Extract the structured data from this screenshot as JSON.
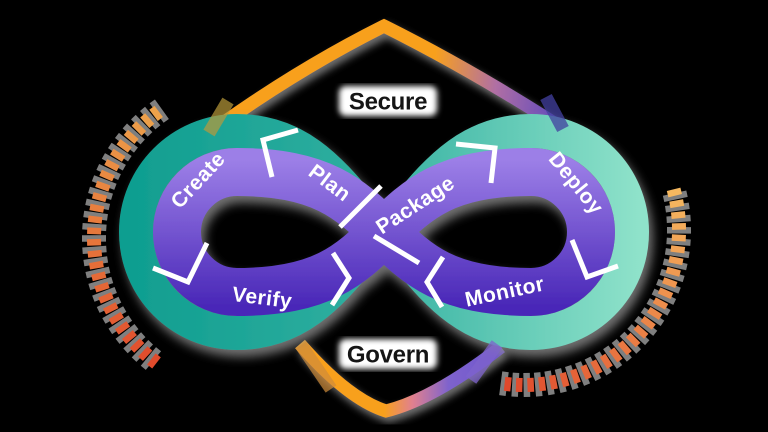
{
  "diagram": {
    "shield": {
      "top_label": "Secure",
      "bottom_label": "Govern"
    },
    "loop_stages": {
      "create": "Create",
      "plan": "Plan",
      "package": "Package",
      "verify": "Verify",
      "monitor": "Monitor",
      "deploy": "Deploy"
    }
  },
  "colors": {
    "background": "#000000",
    "teal_dark": "#0f9e90",
    "teal_mid": "#2fae9f",
    "teal_light": "#8fe2ca",
    "purple_light": "#9c7fe7",
    "purple_dark": "#4a28b8",
    "shield_orange": "#f8a01e",
    "shield_mauve": "#b06fa4",
    "shield_purple": "#5946bf",
    "shield_pink": "#e0808f",
    "shield_bottom_purple": "#6f55cd",
    "tick_orange_left": "#eda24b",
    "tick_red_left": "#e14b2c",
    "tick_orange_right": "#f5b860",
    "tick_red_right": "#e0492c",
    "tick_shadow": "#969696",
    "divider_white": "#ffffff",
    "stage_text": "#ffffff",
    "shield_label_text": "#151515",
    "halo": "#ffffff",
    "overlay_olive": "#b99a3a",
    "overlay_navy": "#4340a0",
    "overlay_amber": "#cf8c3a",
    "overlay_violet": "#7e63cd"
  },
  "decor": {
    "left_tick_count": 26,
    "right_tick_count": 27
  }
}
